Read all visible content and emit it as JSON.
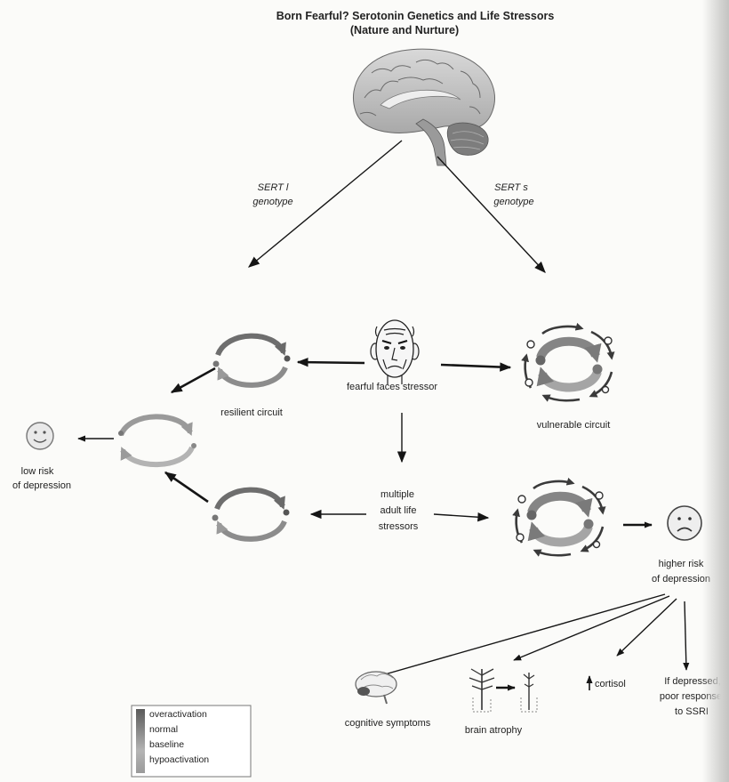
{
  "title": {
    "line1": "Born Fearful? Serotonin Genetics and Life Stressors",
    "line2": "(Nature and Nurture)"
  },
  "genotypes": {
    "left": {
      "name": "SERT l",
      "label": "genotype"
    },
    "right": {
      "name": "SERT s",
      "label": "genotype"
    }
  },
  "stressor": {
    "label": "fearful faces stressor"
  },
  "circuits": {
    "resilient": "resilient circuit",
    "vulnerable": "vulnerable circuit"
  },
  "outcomes": {
    "low_risk": [
      "low risk",
      "of depression"
    ],
    "high_risk": [
      "higher risk",
      "of depression"
    ]
  },
  "adult_stressors": [
    "multiple",
    "adult life",
    "stressors"
  ],
  "consequences": {
    "cognitive": "cognitive symptoms",
    "atrophy": "brain atrophy",
    "cortisol": "cortisol",
    "ssri": [
      "If depressed,",
      "poor response",
      "to SSRI"
    ]
  },
  "legend": {
    "items": [
      "overactivation",
      "normal",
      "baseline",
      "hypoactivation"
    ]
  }
}
